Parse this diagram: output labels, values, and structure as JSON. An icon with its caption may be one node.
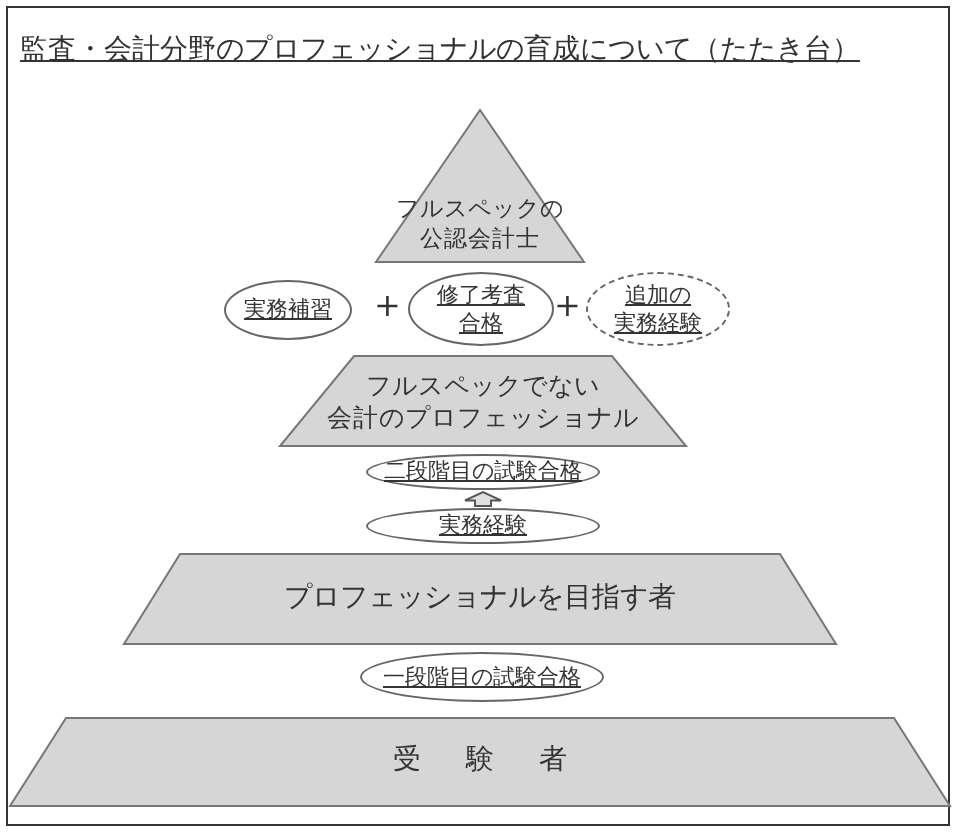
{
  "diagram": {
    "title": "監査・会計分野のプロフェッショナルの育成について（たたき台）",
    "nodes": [
      {
        "text": [
          "フルスペックの公認会計士"
        ]
      },
      {
        "text": [
          "実務補習"
        ]
      },
      {
        "text": [
          "修了考査合格"
        ]
      },
      {
        "text": [
          "追加の実務経験"
        ]
      },
      {
        "text": [
          "フルスペックでない会計のプロフェッショナル"
        ]
      },
      {
        "text": [
          "二段階目の試験合格"
        ]
      },
      {
        "text": [
          "実務経験"
        ]
      },
      {
        "text": [
          "プロフェッショナルを目指す者"
        ]
      },
      {
        "text": [
          "一段階目の試験合格"
        ]
      },
      {
        "text": [
          "受験者"
        ]
      }
    ],
    "edges": [
      {
        "from": 6,
        "to": 5,
        "arrow": "to",
        "style": "thick"
      }
    ],
    "labels": [
      "+",
      "+"
    ]
  }
}
